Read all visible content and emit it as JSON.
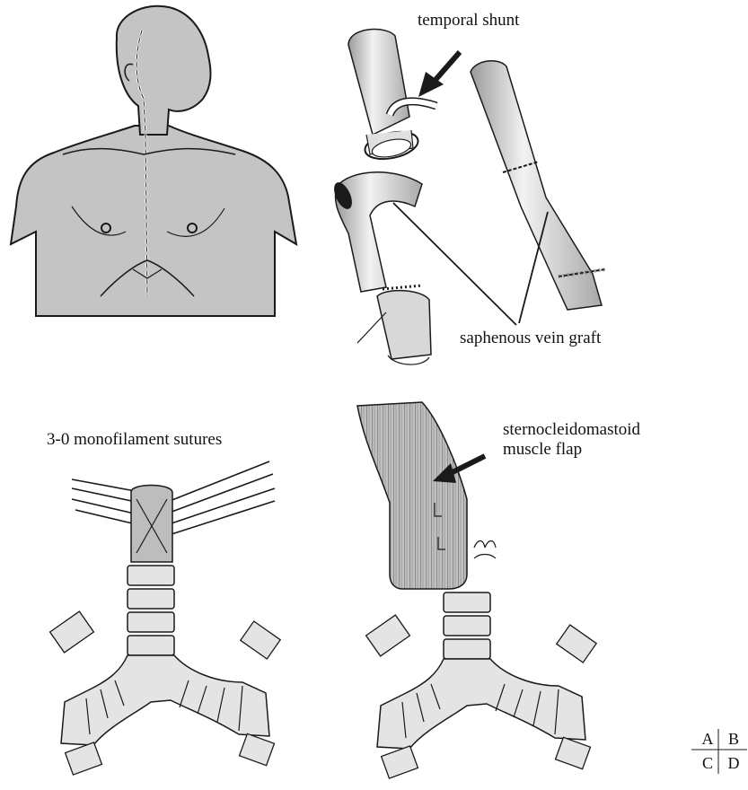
{
  "labels": {
    "temporal_shunt": "temporal shunt",
    "saphenous_vein_graft": "saphenous vein graft",
    "monofilament_sutures": "3-0 monofilament sutures",
    "muscle_flap_line1": "sternocleidomastoid",
    "muscle_flap_line2": "muscle flap"
  },
  "panel_legend": [
    "A",
    "B",
    "C",
    "D"
  ],
  "colors": {
    "skin": "#c4c4c4",
    "ink": "#1a1a1a",
    "vessel": "#e8e8e8",
    "muscle": "#b8b8b8"
  }
}
